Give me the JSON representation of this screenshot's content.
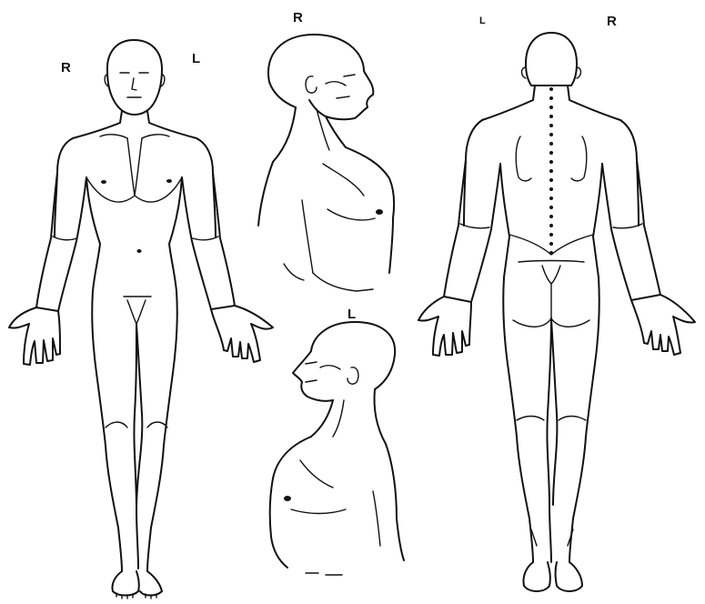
{
  "labels": {
    "front_right": "R",
    "front_left": "L",
    "right_profile": "R",
    "left_profile": "L",
    "back_left": "L",
    "back_right": "R"
  }
}
